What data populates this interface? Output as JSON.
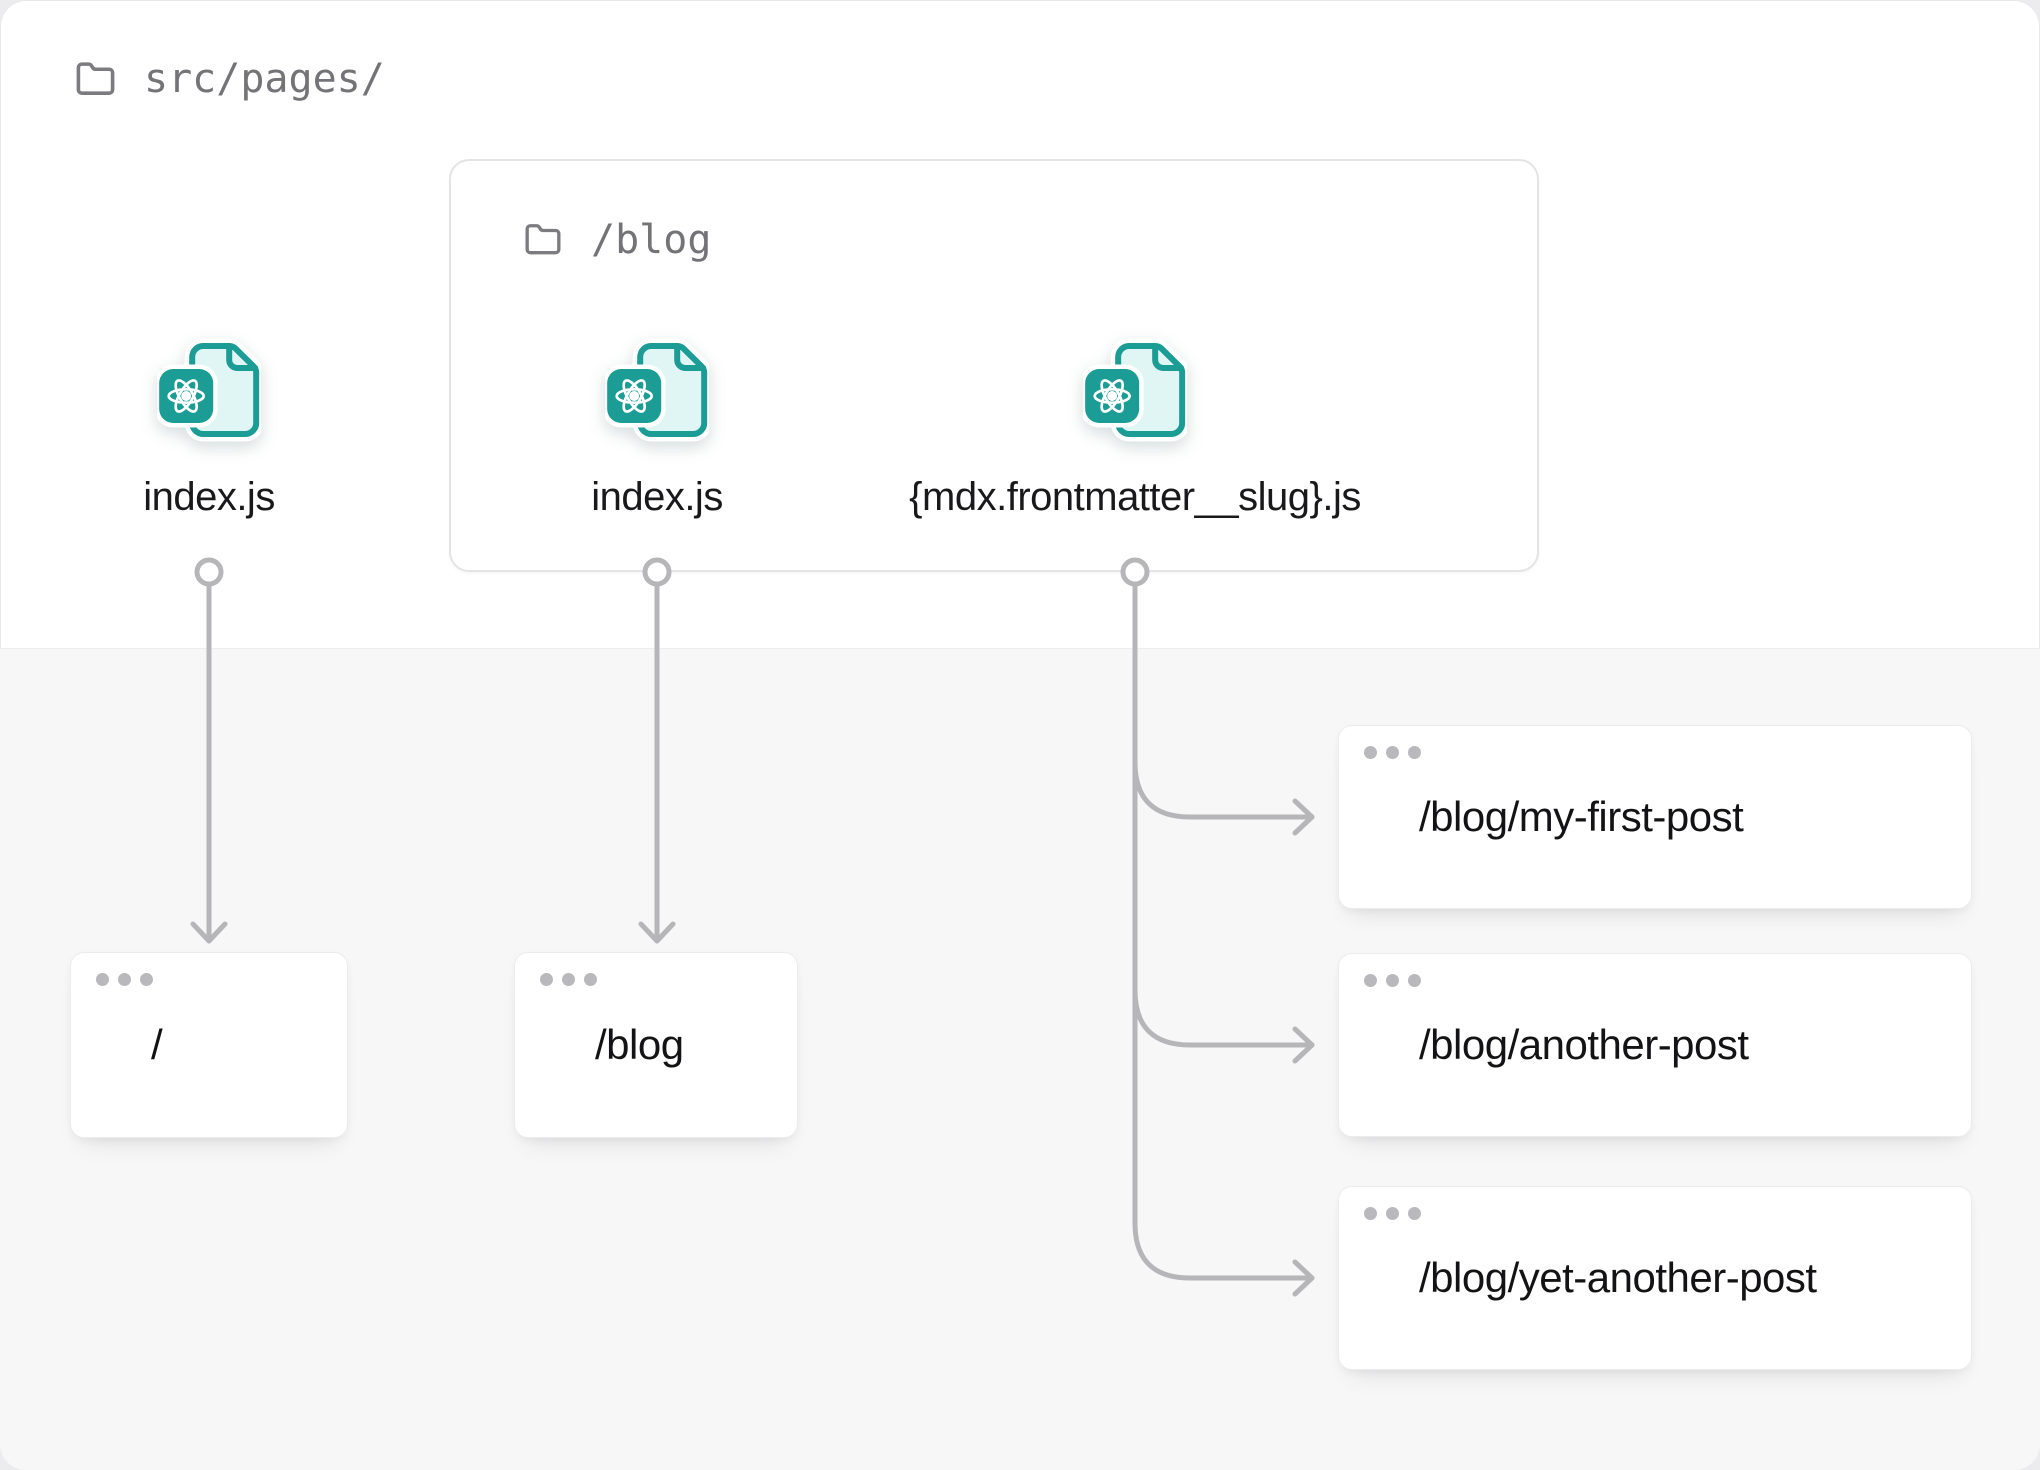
{
  "root_folder": {
    "label": "src/pages/",
    "icon": "folder-icon"
  },
  "root_files": [
    {
      "label": "index.js",
      "icon": "react-file-icon"
    }
  ],
  "blog_folder": {
    "label": "/blog",
    "icon": "folder-icon",
    "files": [
      {
        "label": "index.js",
        "icon": "react-file-icon"
      },
      {
        "label": "{mdx.frontmatter__slug}.js",
        "icon": "react-file-icon"
      }
    ]
  },
  "route_cards": [
    {
      "path": "/"
    },
    {
      "path": "/blog"
    },
    {
      "path": "/blog/my-first-post"
    },
    {
      "path": "/blog/another-post"
    },
    {
      "path": "/blog/yet-another-post"
    }
  ],
  "icons": {
    "window_dots": "three-dots-browser-chrome",
    "file_badge": "react-atom-logo"
  },
  "colors": {
    "teal": "#1b9c94",
    "teal_light": "#e0f6f4",
    "line_gray": "#b6b6b9",
    "muted_text": "#737378",
    "dark_text": "#131315",
    "panel_bg": "#f7f7f8",
    "box_border": "#e4e4e7",
    "card_border": "#ececef"
  }
}
